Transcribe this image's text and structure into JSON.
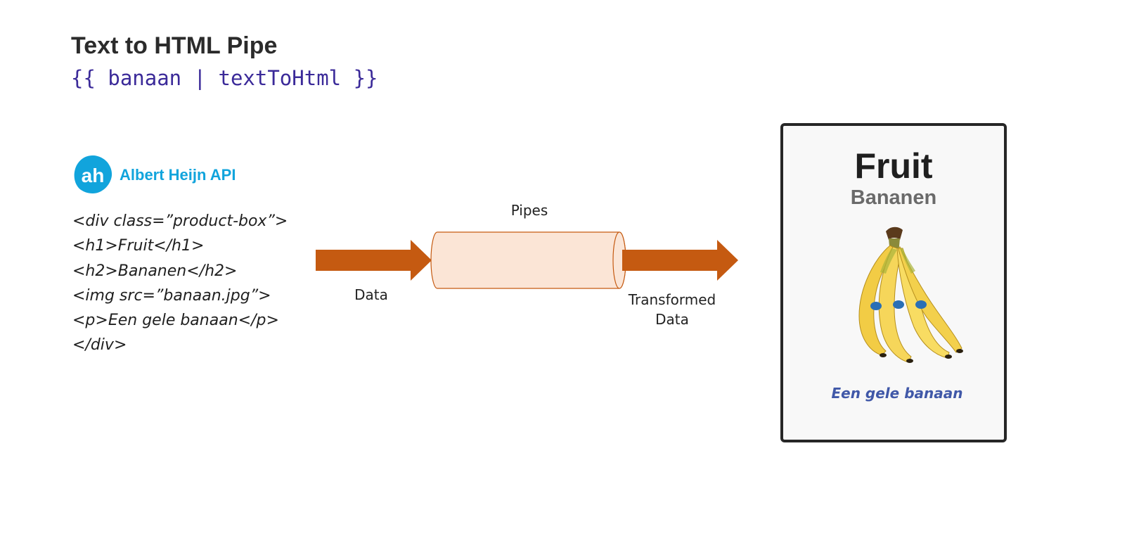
{
  "header": {
    "title": "Text to HTML Pipe",
    "subtitle": "{{ banaan | textToHtml }}"
  },
  "source": {
    "api_label": "Albert Heijn API",
    "logo_icon": "albert-heijn-logo-icon",
    "logo_color": "#11a4dc",
    "code_lines": [
      "<div class=”product-box”>",
      "<h1>Fruit</h1>",
      "<h2>Bananen</h2>",
      "<img src=”banaan.jpg”>",
      "<p>Een gele banaan</p>",
      "</div>"
    ]
  },
  "pipeline": {
    "pipes_label": "Pipes",
    "input_label": "Data",
    "output_label_line1": "Transformed",
    "output_label_line2": "Data",
    "arrow_color": "#c55a11",
    "pipe_fill": "#fbe5d6",
    "pipe_stroke": "#c55a11"
  },
  "product_card": {
    "title": "Fruit",
    "subtitle": "Bananen",
    "image_icon": "banana-bunch-image",
    "description": "Een gele banaan"
  }
}
